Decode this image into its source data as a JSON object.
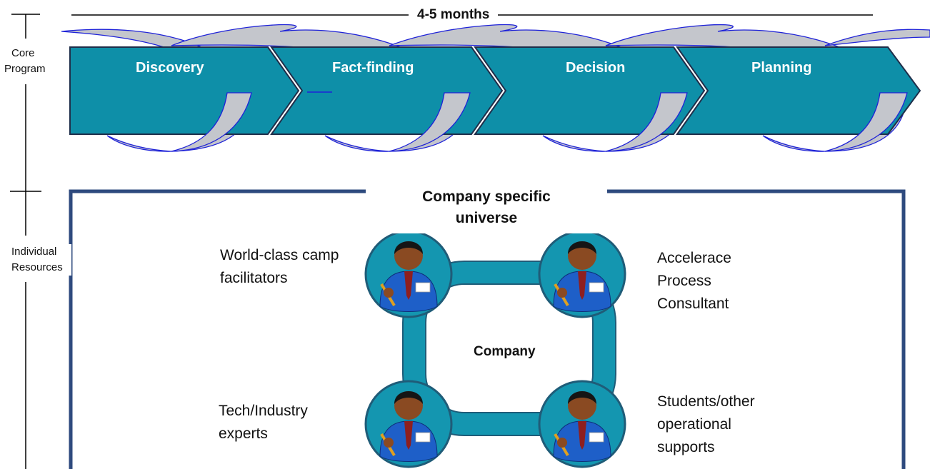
{
  "timeline": {
    "duration": "4-5 months"
  },
  "side_labels": {
    "core_line1": "Core",
    "core_line2": "Program",
    "resources_line1": "Individual",
    "resources_line2": "Resources"
  },
  "phases": [
    {
      "label": "Discovery"
    },
    {
      "label": "Fact-finding"
    },
    {
      "label": "Decision"
    },
    {
      "label": "Planning"
    }
  ],
  "universe": {
    "title_line1": "Company specific",
    "title_line2": "universe"
  },
  "center": {
    "label": "Company"
  },
  "resources": {
    "top_left": [
      "World-class camp",
      "facilitators"
    ],
    "top_right": [
      "Accelerace",
      "Process",
      "Consultant"
    ],
    "bottom_left": [
      "Tech/Industry",
      "experts"
    ],
    "bottom_right": [
      "Students/other",
      "operational",
      "supports"
    ]
  },
  "colors": {
    "chevron_fill": "#0E8FA8",
    "chevron_border": "#1F2E4A",
    "loop_fill": "#C4C6CC",
    "loop_border": "#1E22D8",
    "frame": "#2E4A7E",
    "circle_fill": "#1496B0",
    "circle_border": "#1F5C78"
  }
}
